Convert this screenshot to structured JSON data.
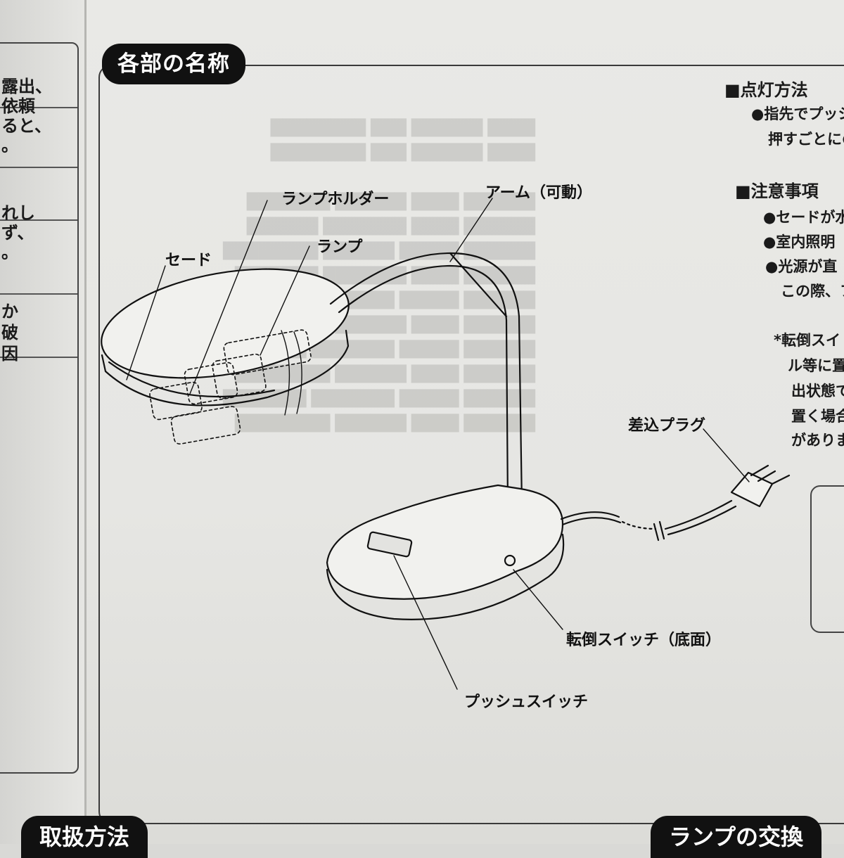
{
  "left_page": {
    "lines": [
      "露出、",
      "依頼",
      "ると、",
      "。",
      "れし",
      "ず、",
      "。",
      "か",
      "破",
      "因"
    ]
  },
  "section": {
    "title": "各部の名称"
  },
  "parts": {
    "shade": "セード",
    "lamp_holder": "ランプホルダー",
    "lamp": "ランプ",
    "arm": "アーム（可動）",
    "plug": "差込プラグ",
    "tip_switch": "転倒スイッチ（底面）",
    "push_switch": "プッシュスイッチ"
  },
  "side_panel": {
    "lighting": {
      "heading": "■点灯方法",
      "lines": [
        "●指先でプッシ",
        "押すごとにの"
      ]
    },
    "cautions": {
      "heading": "■注意事項",
      "lines": [
        "●セードが水",
        "●室内照明",
        "●光源が直",
        "この際、フ",
        "*転倒スイ",
        "ル等に置",
        "出状態で",
        "置く場合",
        "がありま"
      ]
    }
  },
  "bottom_tabs": {
    "left": "取扱方法",
    "right": "ランプの交換"
  }
}
